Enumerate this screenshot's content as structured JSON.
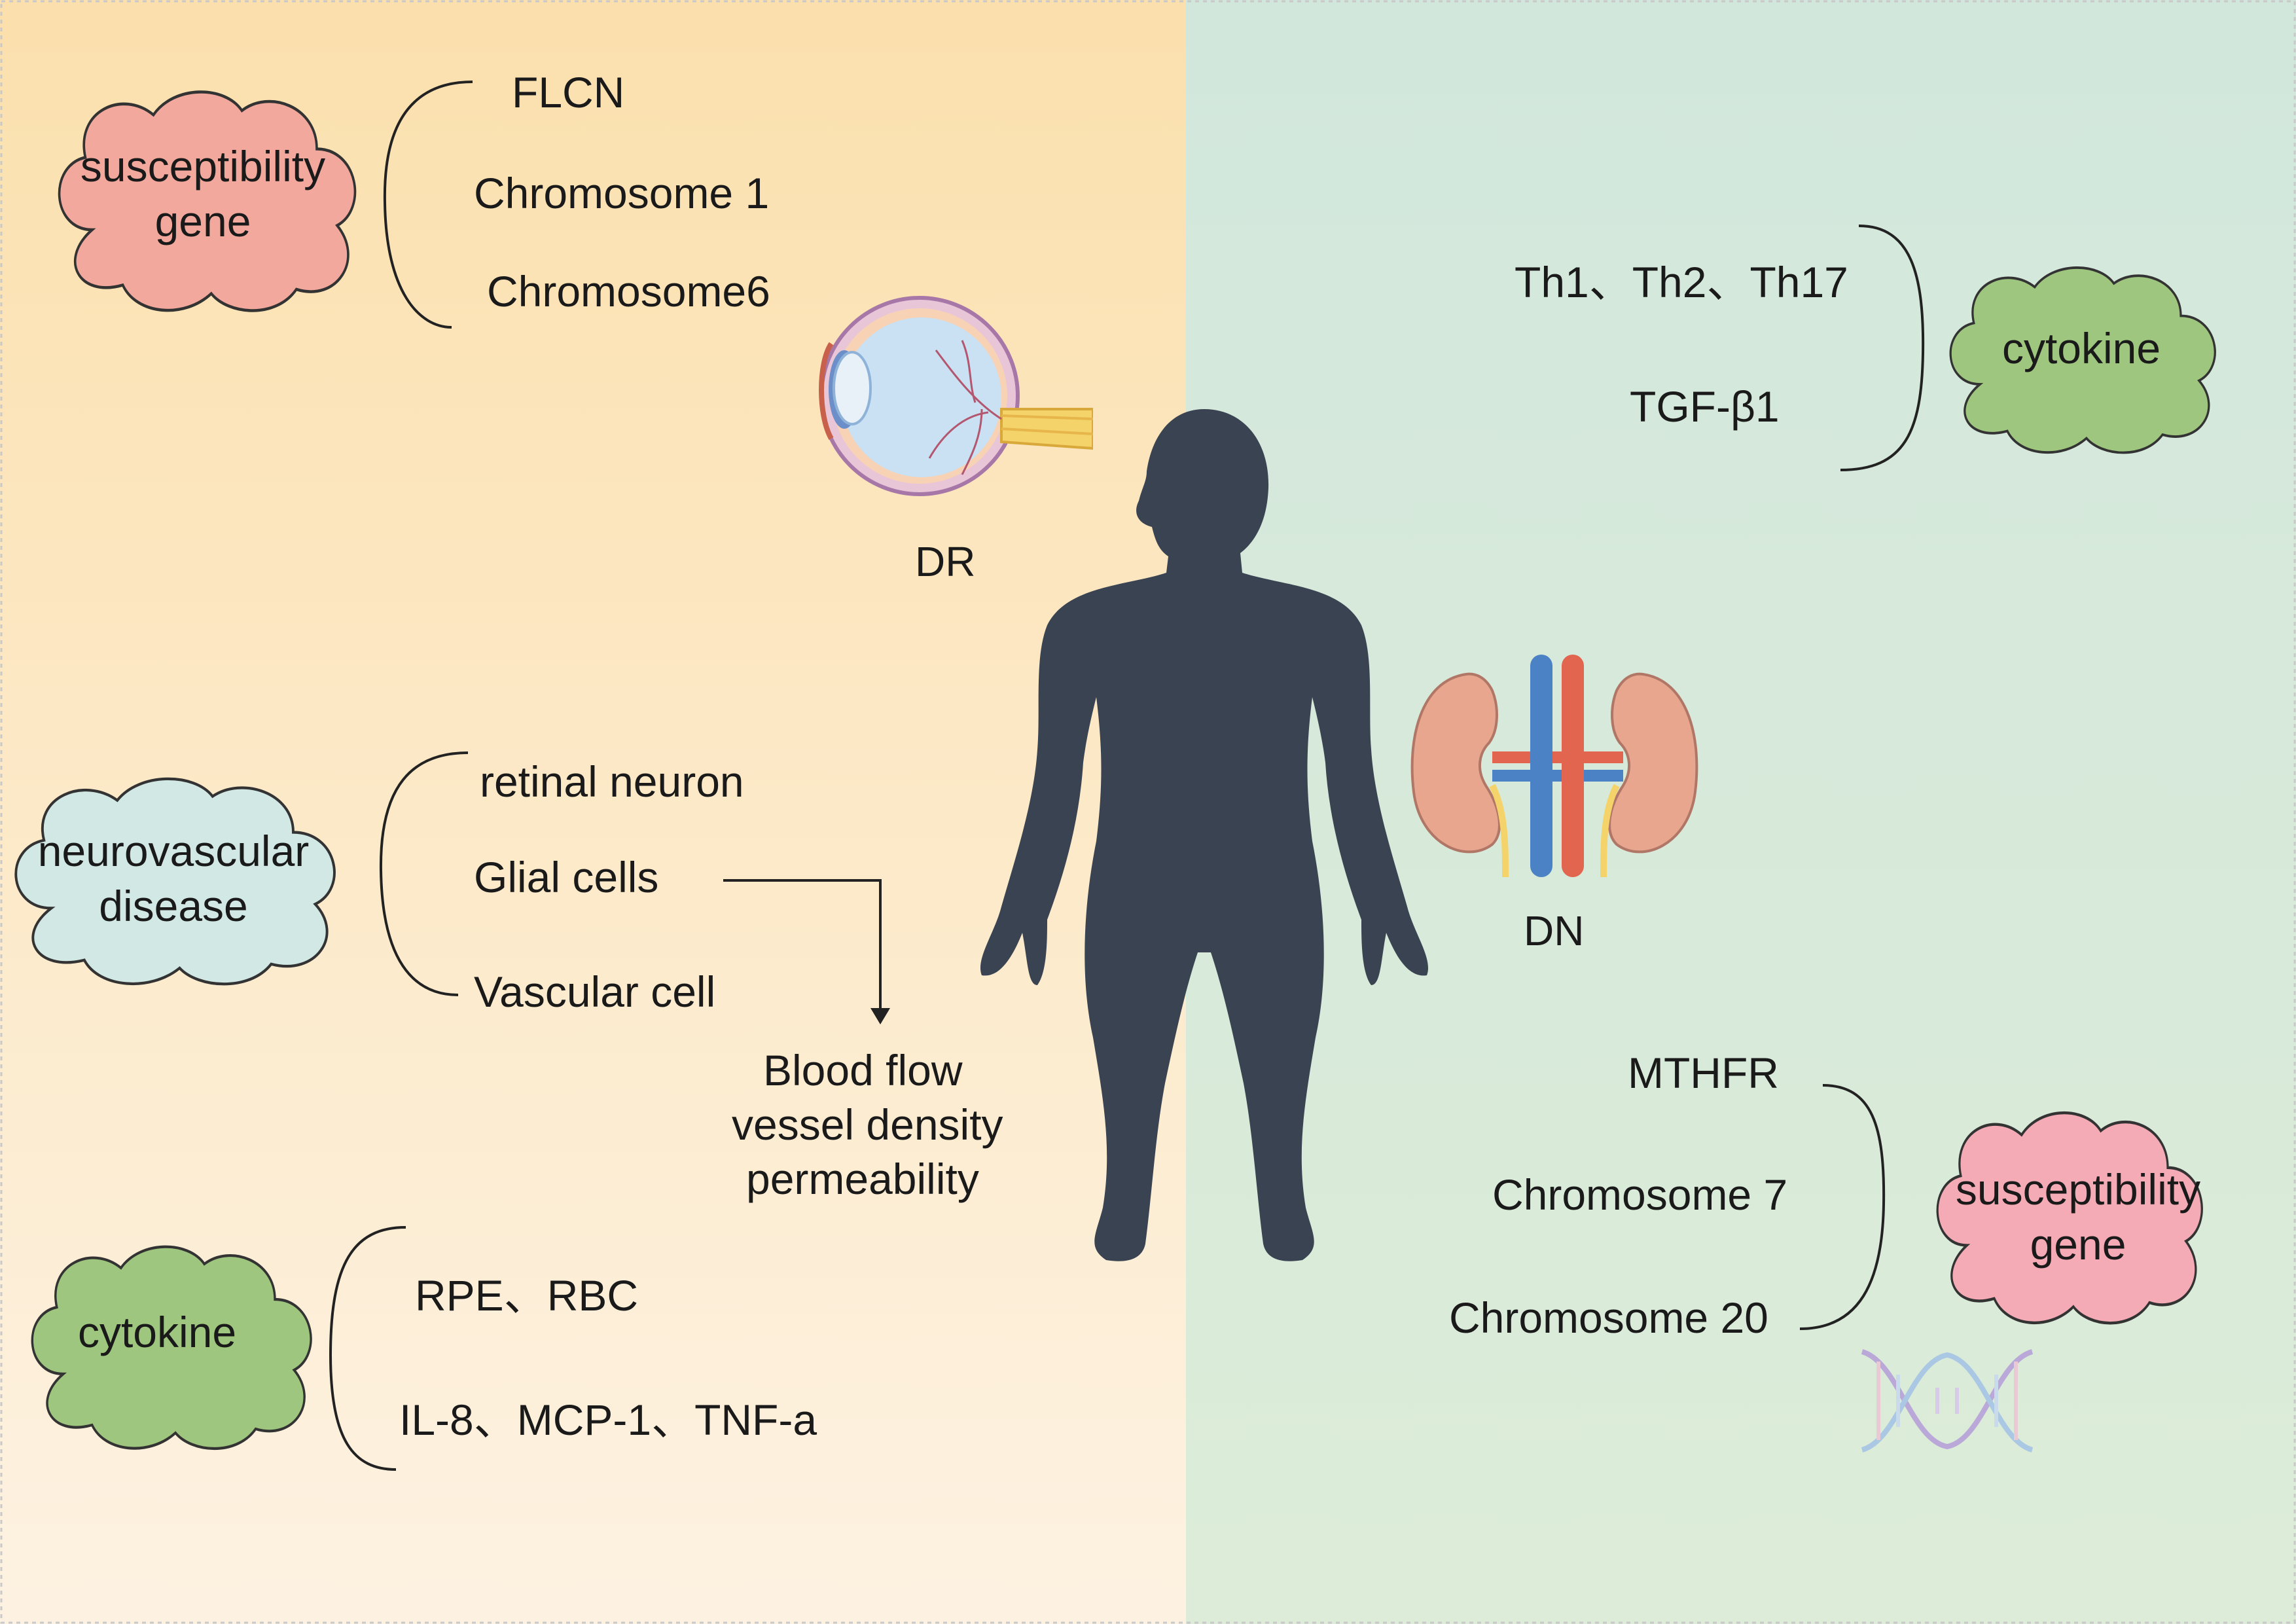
{
  "dr_panel": {
    "organ_label": "DR",
    "susceptibility": {
      "cloud": [
        "susceptibility",
        "gene"
      ],
      "items": [
        "FLCN",
        "Chromosome 1",
        "Chromosome6"
      ],
      "color": "#f2a89c"
    },
    "neurovascular": {
      "cloud": [
        "neurovascular",
        "disease"
      ],
      "items": [
        "retinal neuron",
        "Glial cells",
        "Vascular cell"
      ],
      "outcome": [
        "Blood flow",
        "vessel density",
        "permeability"
      ],
      "color": "#cfe7e2"
    },
    "cytokine": {
      "cloud": [
        "cytokine"
      ],
      "items": [
        "RPE、RBC",
        "IL-8、MCP-1、TNF-a"
      ],
      "color": "#9cc47e"
    }
  },
  "dn_panel": {
    "organ_label": "DN",
    "cytokine": {
      "cloud": [
        "cytokine"
      ],
      "items": [
        "Th1、Th2、Th17",
        "TGF-β1"
      ],
      "color": "#9cc47e"
    },
    "susceptibility": {
      "cloud": [
        "susceptibility",
        "gene"
      ],
      "items": [
        "MTHFR",
        "Chromosome 7",
        "Chromosome 20"
      ],
      "color": "#f3aab5"
    }
  },
  "colors": {
    "left_bg_top": "#fbe2b4",
    "left_bg_bottom": "#fdf1df",
    "right_bg": "#d6eadc",
    "silhouette": "#3a4351"
  },
  "icons": [
    "eye-anatomy-icon",
    "human-silhouette-icon",
    "kidneys-icon",
    "dna-helix-icon"
  ]
}
